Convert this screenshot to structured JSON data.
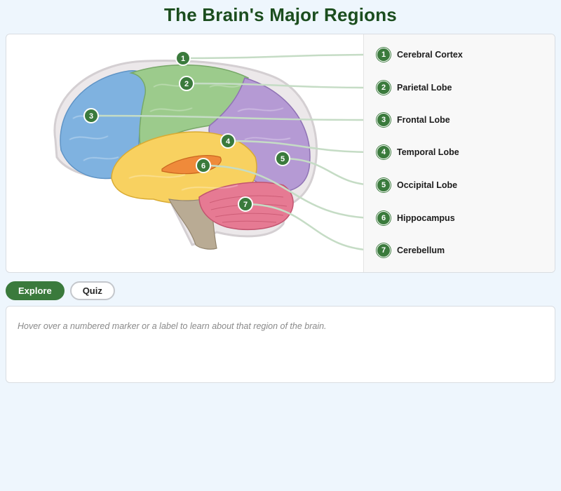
{
  "page": {
    "title": "The Brain's Major Regions"
  },
  "regions": [
    {
      "number": "1",
      "label": "Cerebral Cortex"
    },
    {
      "number": "2",
      "label": "Parietal Lobe"
    },
    {
      "number": "3",
      "label": "Frontal Lobe"
    },
    {
      "number": "4",
      "label": "Temporal Lobe"
    },
    {
      "number": "5",
      "label": "Occipital Lobe"
    },
    {
      "number": "6",
      "label": "Hippocampus"
    },
    {
      "number": "7",
      "label": "Cerebellum"
    }
  ],
  "modes": {
    "explore_label": "Explore",
    "quiz_label": "Quiz",
    "active": "Explore"
  },
  "info": {
    "hint": "Hover over a numbered marker or a label to learn about that region of the brain."
  },
  "colors": {
    "accent": "#3a7a3c",
    "title": "#1b4d1e",
    "frontal": "#7fb2e0",
    "parietal": "#9ccb8c",
    "occipital": "#b59ad4",
    "temporal": "#f8d160",
    "hippocampus": "#ef8a3a",
    "cerebellum": "#e67a93",
    "brainstem": "#b9ab94",
    "connector": "#c5dcc5"
  }
}
